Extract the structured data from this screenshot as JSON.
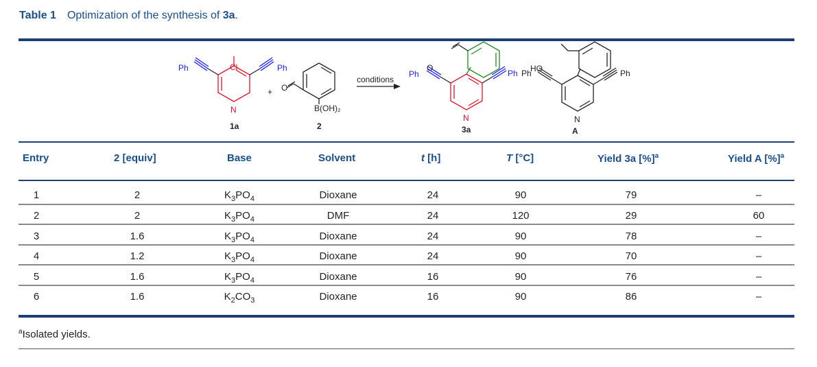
{
  "caption": {
    "label": "Table 1",
    "text": "Optimization of the synthesis of ",
    "compound": "3a",
    "end": "."
  },
  "scheme": {
    "conditions": "conditions",
    "plus": "+",
    "labels": [
      "1a",
      "2",
      "3a",
      "A"
    ],
    "atoms": {
      "ph": "Ph",
      "cl": "Cl",
      "n": "N",
      "o": "O",
      "ho": "HO",
      "boh2": "B(OH)₂"
    }
  },
  "table": {
    "headers": {
      "entry": "Entry",
      "equiv": "2 [equiv]",
      "base": "Base",
      "solvent": "Solvent",
      "t_italic": "t",
      "t_unit": " [h]",
      "T_italic": "T",
      "T_unit": " [°C]",
      "yield3a": "Yield 3a [%]",
      "yieldA": "Yield A [%]",
      "sup": "a"
    },
    "rows": [
      {
        "entry": "1",
        "equiv": "2",
        "base_a": "K",
        "base_sub1": "3",
        "base_b": "PO",
        "base_sub2": "4",
        "solvent": "Dioxane",
        "t": "24",
        "T": "90",
        "y3a": "79",
        "yA": "–"
      },
      {
        "entry": "2",
        "equiv": "2",
        "base_a": "K",
        "base_sub1": "3",
        "base_b": "PO",
        "base_sub2": "4",
        "solvent": "DMF",
        "t": "24",
        "T": "120",
        "y3a": "29",
        "yA": "60"
      },
      {
        "entry": "3",
        "equiv": "1.6",
        "base_a": "K",
        "base_sub1": "3",
        "base_b": "PO",
        "base_sub2": "4",
        "solvent": "Dioxane",
        "t": "24",
        "T": "90",
        "y3a": "78",
        "yA": "–"
      },
      {
        "entry": "4",
        "equiv": "1.2",
        "base_a": "K",
        "base_sub1": "3",
        "base_b": "PO",
        "base_sub2": "4",
        "solvent": "Dioxane",
        "t": "24",
        "T": "90",
        "y3a": "70",
        "yA": "–"
      },
      {
        "entry": "5",
        "equiv": "1.6",
        "base_a": "K",
        "base_sub1": "3",
        "base_b": "PO",
        "base_sub2": "4",
        "solvent": "Dioxane",
        "t": "16",
        "T": "90",
        "y3a": "76",
        "yA": "–"
      },
      {
        "entry": "6",
        "equiv": "1.6",
        "base_a": "K",
        "base_sub1": "2",
        "base_b": "CO",
        "base_sub2": "3",
        "solvent": "Dioxane",
        "t": "16",
        "T": "90",
        "y3a": "86",
        "yA": "–"
      }
    ]
  },
  "footnote": {
    "sup": "a",
    "text": "Isolated yields."
  },
  "colors": {
    "accent": "#1a4f8b",
    "rule": "#1b3f73",
    "pyridine": "#e0102a",
    "aryl": "#1f8a1f",
    "alkyne": "#1a1aff"
  }
}
